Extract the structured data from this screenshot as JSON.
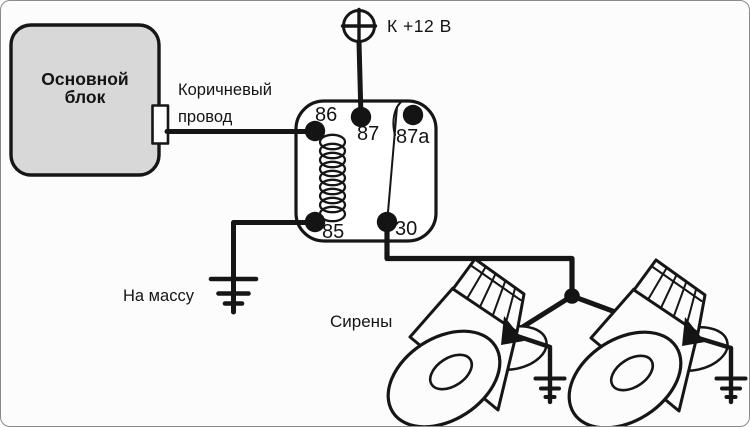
{
  "diagram": {
    "labels": {
      "main_block": "Основной\nблок",
      "brown_wire": "Коричневый\nпровод",
      "power": "К +12 В",
      "ground": "На массу",
      "sirens": "Сирены"
    },
    "relay_pins": {
      "p86": "86",
      "p87": "87",
      "p87a": "87a",
      "p85": "85",
      "p30": "30"
    },
    "colors": {
      "line": "#161616",
      "block_fill": "#d8d8d8",
      "background": "#fcfcfc",
      "frame": "#8a8a8a"
    }
  }
}
